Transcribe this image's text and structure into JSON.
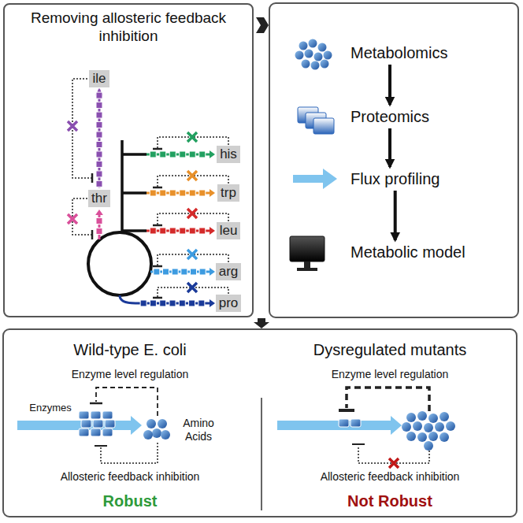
{
  "diagram": {
    "nodes": [
      {
        "text": [
          "Removing allosteric feedback inhibition"
        ]
      },
      {
        "text": [
          "ile"
        ],
        "in": 0
      },
      {
        "text": [
          "his"
        ],
        "in": 0
      },
      {
        "text": [
          "thr"
        ],
        "in": 0
      },
      {
        "text": [
          "trp"
        ],
        "in": 0
      },
      {
        "text": [
          "leu"
        ],
        "in": 0
      },
      {
        "text": [
          "arg"
        ],
        "in": 0
      },
      {
        "text": [
          "pro"
        ],
        "in": 0
      },
      {
        "text": [
          "Metabolomics"
        ]
      },
      {
        "text": [
          "Proteomics"
        ]
      },
      {
        "text": [
          "Flux profiling"
        ]
      },
      {
        "text": [
          "Metabolic model"
        ]
      },
      {
        "text": [
          "Wild-type E. coli",
          "Enzyme level regulation",
          "Enzymes",
          "Amino Acids",
          "Allosteric feedback inhibition",
          "Robust"
        ]
      },
      {
        "text": [
          "Dysregulated mutants",
          "Enzyme level regulation",
          "Allosteric feedback inhibition",
          "Not Robust"
        ]
      }
    ],
    "edges": [
      {
        "from": 3,
        "to": 1,
        "arrow": "to"
      },
      {
        "from": 8,
        "to": 9,
        "arrow": "to"
      },
      {
        "from": 9,
        "to": 10,
        "arrow": "to"
      },
      {
        "from": 10,
        "to": 11,
        "arrow": "to"
      }
    ]
  }
}
